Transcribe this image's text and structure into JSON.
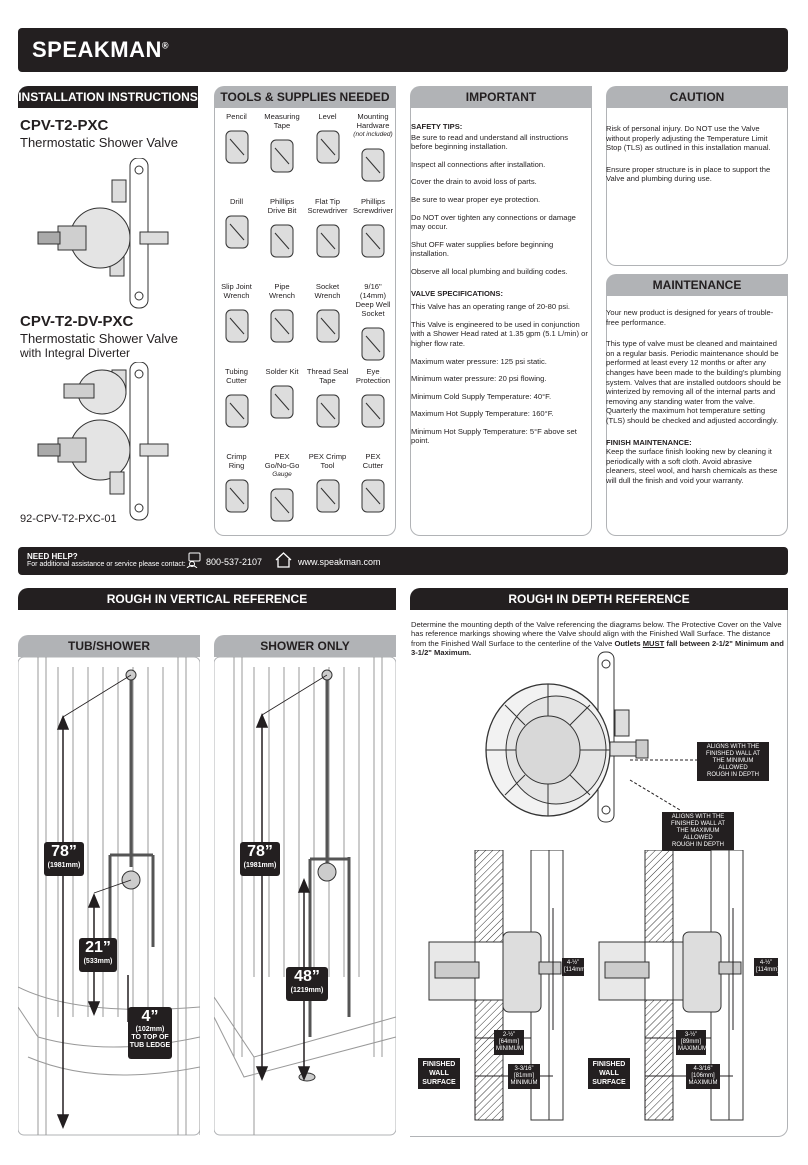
{
  "brand": {
    "name": "SPEAKMAN",
    "mark": "®"
  },
  "install": {
    "header": "INSTALLATION INSTRUCTIONS",
    "p1": "CPV-T2-PXC",
    "p1_sub": "Thermostatic Shower Valve",
    "p2": "CPV-T2-DV-PXC",
    "p2_sub": "Thermostatic Shower Valve",
    "p2_sub2": "with Integral Diverter",
    "doc_id": "92-CPV-T2-PXC-01"
  },
  "tools": {
    "header": "TOOLS & SUPPLIES NEEDED",
    "items": [
      {
        "l1": "Pencil",
        "l2": "",
        "icon": "pencil-icon"
      },
      {
        "l1": "Measuring",
        "l2": "Tape",
        "icon": "measuring-tape-icon"
      },
      {
        "l1": "Level",
        "l2": "",
        "icon": "level-icon"
      },
      {
        "l1": "Mounting",
        "l2": "Hardware",
        "l3": "(not included)",
        "icon": "screws-icon"
      },
      {
        "l1": "Drill",
        "l2": "",
        "icon": "drill-icon"
      },
      {
        "l1": "Phillips",
        "l2": "Drive Bit",
        "icon": "drive-bit-icon"
      },
      {
        "l1": "Flat Tip",
        "l2": "Screwdriver",
        "icon": "flat-screwdriver-icon"
      },
      {
        "l1": "Phillips",
        "l2": "Screwdriver",
        "icon": "phillips-screwdriver-icon"
      },
      {
        "l1": "Slip Joint",
        "l2": "Wrench",
        "icon": "slip-joint-wrench-icon"
      },
      {
        "l1": "Pipe",
        "l2": "Wrench",
        "icon": "pipe-wrench-icon"
      },
      {
        "l1": "Socket",
        "l2": "Wrench",
        "icon": "socket-wrench-icon"
      },
      {
        "l1": "9/16\" (14mm)",
        "l2": "Deep Well Socket",
        "icon": "deep-socket-icon"
      },
      {
        "l1": "Tubing",
        "l2": "Cutter",
        "icon": "tubing-cutter-icon"
      },
      {
        "l1": "Solder Kit",
        "l2": "",
        "icon": "solder-kit-icon"
      },
      {
        "l1": "Thread Seal",
        "l2": "Tape",
        "icon": "thread-tape-icon"
      },
      {
        "l1": "Eye",
        "l2": "Protection",
        "icon": "goggles-icon"
      },
      {
        "l1": "Crimp",
        "l2": "Ring",
        "icon": "crimp-ring-icon"
      },
      {
        "l1": "PEX",
        "l2": "Go/No-Go",
        "l3": "Gauge",
        "icon": "gauge-icon"
      },
      {
        "l1": "PEX Crimp",
        "l2": "Tool",
        "icon": "crimp-tool-icon"
      },
      {
        "l1": "PEX",
        "l2": "Cutter",
        "icon": "pex-cutter-icon"
      }
    ]
  },
  "important": {
    "header": "IMPORTANT",
    "safety_title": "SAFETY TIPS:",
    "safety": [
      "Be sure to read and understand all instructions before beginning installation.",
      "Inspect all connections after installation.",
      "Cover the drain to avoid loss of parts.",
      "Be sure to wear proper eye protection.",
      "Do NOT over tighten any connections or damage may occur.",
      "Shut OFF water supplies before beginning installation.",
      "Observe all local plumbing and building codes."
    ],
    "spec_title": "VALVE SPECIFICATIONS:",
    "specs": [
      "This Valve has an operating range of 20-80 psi.",
      "This Valve is engineered to be used in conjunction with a Shower Head rated at 1.35 gpm (5.1 L/min) or higher flow rate.",
      "Maximum water pressure: 125 psi static.",
      "Minimum water pressure: 20 psi flowing.",
      "Minimum Cold Supply Temperature: 40°F.",
      "Maximum Hot Supply Temperature: 160°F.",
      "Minimum Hot Supply Temperature: 5°F above set point."
    ]
  },
  "caution": {
    "header": "CAUTION",
    "paras": [
      "Risk of personal injury. Do NOT use the Valve without properly adjusting the Temperature Limit Stop (TLS) as outlined in this installation manual.",
      "Ensure proper structure is in place to support the Valve and plumbing during use."
    ]
  },
  "maintenance": {
    "header": "MAINTENANCE",
    "paras": [
      "Your new product is designed for years of trouble-free performance.",
      "This type of valve must be cleaned and maintained on a regular basis. Periodic maintenance should be performed at least every 12 months or after any changes have been made to the building's plumbing system. Valves that are installed outdoors should be winterized by removing all of the internal parts and removing any standing water from the valve. Quarterly the maximum hot temperature setting (TLS) should be checked and adjusted accordingly."
    ],
    "finish_title": "FINISH MAINTENANCE:",
    "finish": "Keep the surface finish looking new by cleaning it periodically with a soft cloth. Avoid abrasive cleaners, steel wool, and harsh chemicals as these will dull the finish and void your warranty."
  },
  "help": {
    "title": "NEED HELP?",
    "sub": "For additional assistance or service please contact:",
    "phone": "800-537-2107",
    "web": "www.speakman.com"
  },
  "vertical": {
    "header": "ROUGH IN VERTICAL REFERENCE",
    "tub_header": "TUB/SHOWER",
    "shower_header": "SHOWER ONLY",
    "tub": {
      "d1": "78”",
      "d1mm": "(1981mm)",
      "d2": "21”",
      "d2mm": "(533mm)",
      "d3": "4”",
      "d3mm": "(102mm)",
      "d3a": "TO TOP OF",
      "d3b": "TUB LEDGE"
    },
    "shower": {
      "d1": "78”",
      "d1mm": "(1981mm)",
      "d2": "48”",
      "d2mm": "(1219mm)"
    }
  },
  "depth": {
    "header": "ROUGH IN DEPTH REFERENCE",
    "intro_a": "Determine the mounting depth of the Valve referencing the diagrams below. The Protective Cover on the Valve has reference markings showing where the Valve should align with the Finished Wall Surface. The distance from the Finished Wall Surface to the centerline of the Valve ",
    "intro_b": "Outlets ",
    "intro_c": "MUST",
    "intro_d": " fall between ",
    "intro_e": "2-1/2\" Minimum",
    "intro_f": " and ",
    "intro_g": "3-1/2\" Maximum.",
    "callout_min": [
      "ALIGNS WITH THE",
      "FINISHED WALL AT",
      "THE MINIMUM ALLOWED",
      "ROUGH IN DEPTH"
    ],
    "callout_max": [
      "ALIGNS WITH THE",
      "FINISHED WALL AT",
      "THE MAXIMUM ALLOWED",
      "ROUGH IN DEPTH"
    ],
    "left": {
      "wall": [
        "FINISHED",
        "WALL",
        "SURFACE"
      ],
      "a": "4-½”",
      "amm": "[114mm]",
      "b": "2-½”",
      "bmm": "[64mm]",
      "bt": "MINIMUM",
      "c": "3-3/16”",
      "cmm": "[81mm]",
      "ct": "MINIMUM"
    },
    "right": {
      "wall": [
        "FINISHED",
        "WALL",
        "SURFACE"
      ],
      "a": "4-½”",
      "amm": "[114mm]",
      "b": "3-½”",
      "bmm": "[89mm]",
      "bt": "MAXIMUM",
      "c": "4-3/16”",
      "cmm": "[106mm]",
      "ct": "MAXIMUM"
    }
  }
}
